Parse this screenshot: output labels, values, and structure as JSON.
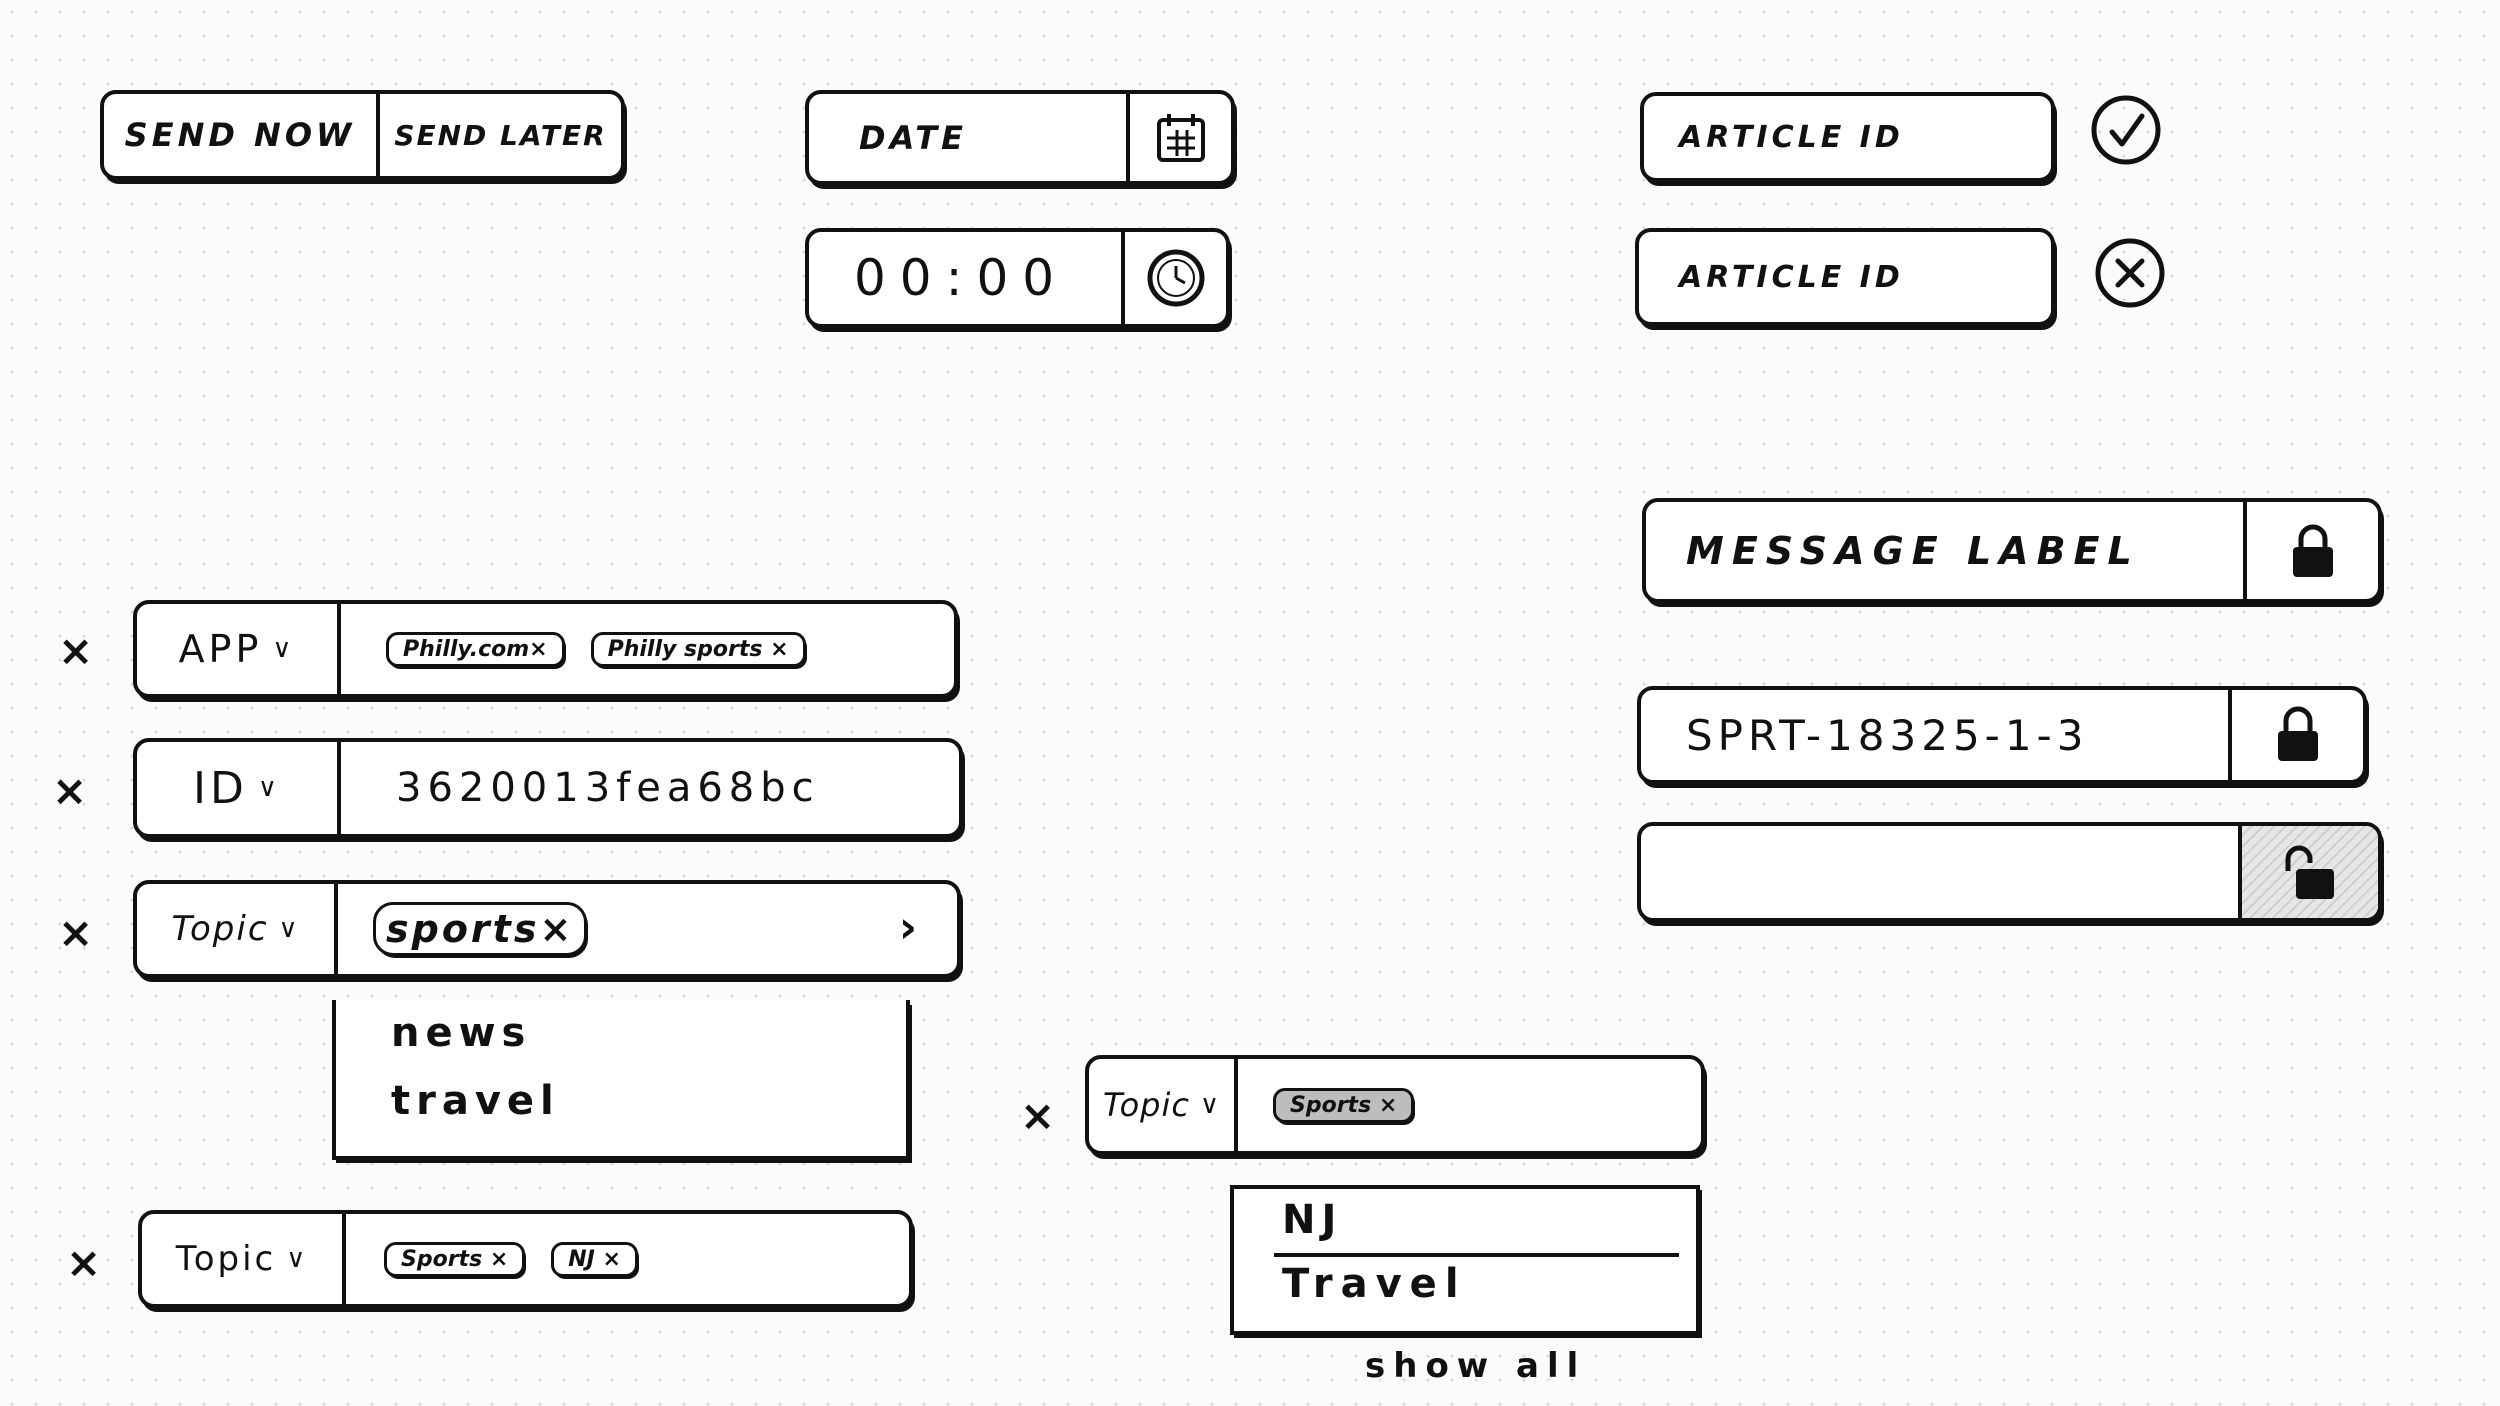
{
  "send": {
    "now_label": "SEND NOW",
    "later_label": "SEND LATER"
  },
  "date_picker": {
    "placeholder": "DATE",
    "icon": "calendar-icon"
  },
  "time_picker": {
    "value": "00:00",
    "icon": "clock-icon"
  },
  "article_valid": {
    "label": "ARTICLE ID",
    "icon": "check-circle-icon"
  },
  "article_invalid": {
    "label": "ARTICLE ID",
    "icon": "x-circle-icon"
  },
  "locks": [
    {
      "value": "MESSAGE LABEL",
      "icon": "lock-closed-icon"
    },
    {
      "value": "SPRT-18325-1-3",
      "icon": "lock-closed-icon"
    },
    {
      "value": "",
      "icon": "lock-open-icon"
    }
  ],
  "filters": {
    "remove_label": "×",
    "app": {
      "field": "APP",
      "chips": [
        "Philly.com×",
        "Philly sports ×"
      ]
    },
    "id": {
      "field": "ID",
      "value": "3620013feа68bc"
    },
    "topic_open": {
      "field": "Topic",
      "chip": "sports×",
      "options": [
        "news",
        "travel"
      ]
    },
    "topic_multi": {
      "field": "Topic",
      "chips": [
        "Sports ×",
        "NJ ×"
      ]
    },
    "topic_search": {
      "field": "Topic",
      "chip": "Sports ×",
      "options": [
        "NJ",
        "Travel"
      ],
      "show_all": "show all"
    }
  },
  "colors": {
    "ink": "#111111",
    "paper": "#fbfbfa",
    "chip_shade": "#bdbdbd"
  }
}
